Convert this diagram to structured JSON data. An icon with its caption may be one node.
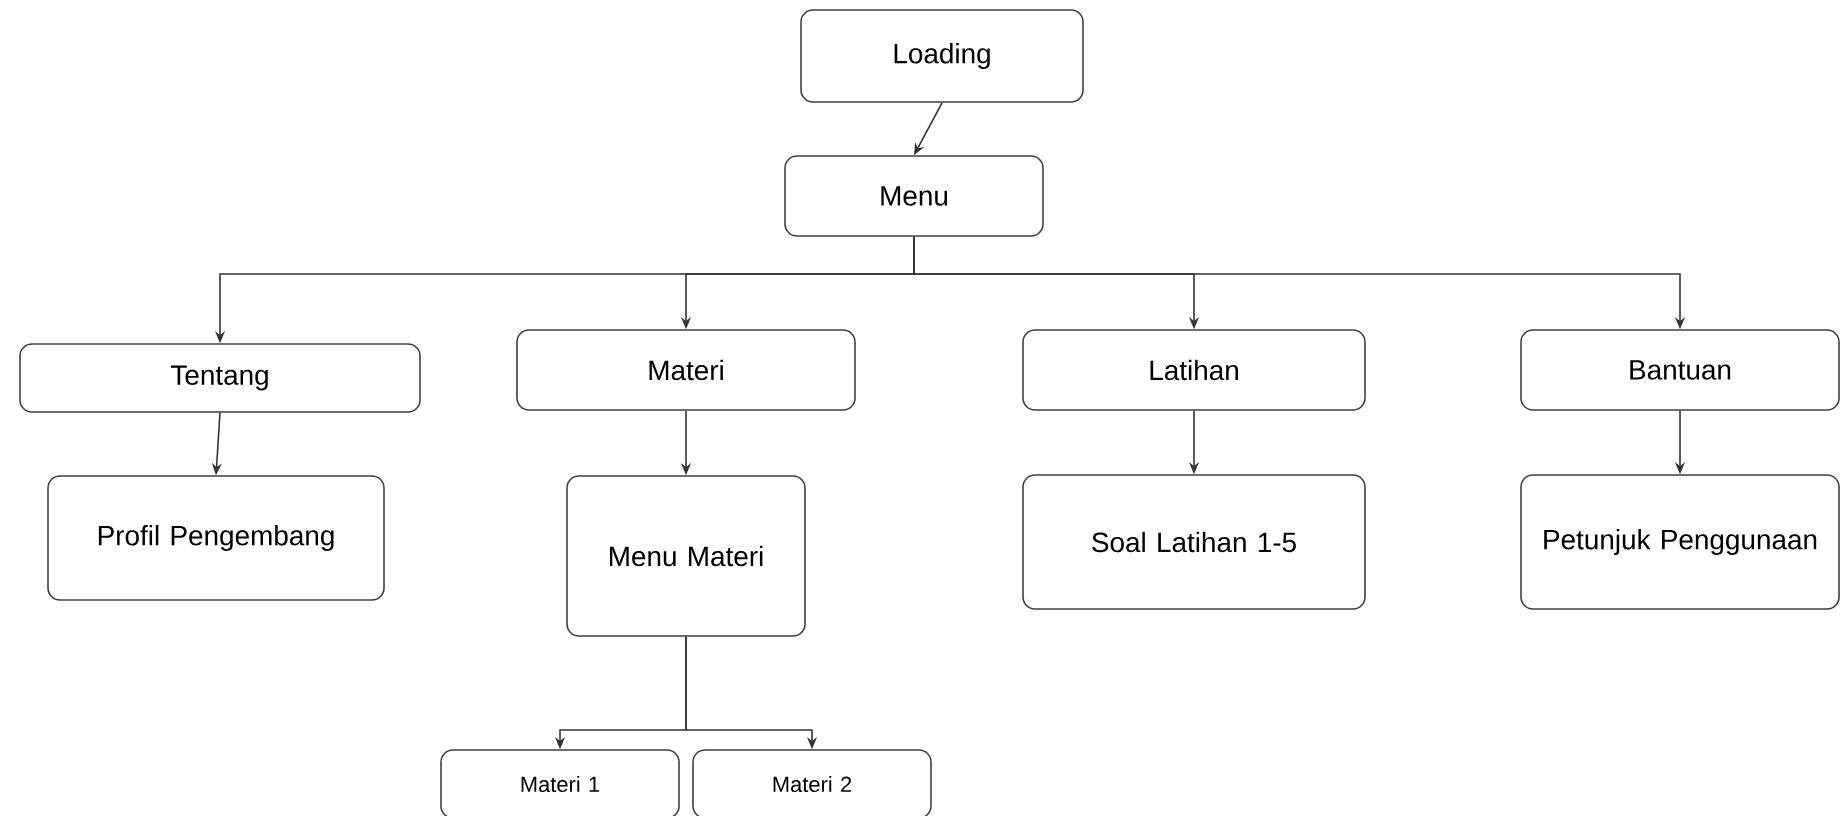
{
  "diagram": {
    "nodes": [
      {
        "text": [
          "Loading"
        ]
      },
      {
        "text": [
          "Menu"
        ]
      },
      {
        "text": [
          "Tentang"
        ]
      },
      {
        "text": [
          "Materi"
        ]
      },
      {
        "text": [
          "Latihan"
        ]
      },
      {
        "text": [
          "Bantuan"
        ]
      },
      {
        "text": [
          "Profil Pengembang"
        ]
      },
      {
        "text": [
          "Menu Materi"
        ]
      },
      {
        "text": [
          "Soal Latihan 1-5"
        ]
      },
      {
        "text": [
          "Petunjuk Penggunaan"
        ]
      },
      {
        "text": [
          "Materi 1"
        ]
      },
      {
        "text": [
          "Materi 2"
        ]
      }
    ],
    "edges": [
      {
        "from": 0,
        "to": 1,
        "arrow": "to"
      },
      {
        "from": 1,
        "to": 2,
        "arrow": "to"
      },
      {
        "from": 1,
        "to": 3,
        "arrow": "to"
      },
      {
        "from": 1,
        "to": 4,
        "arrow": "to"
      },
      {
        "from": 1,
        "to": 5,
        "arrow": "to"
      },
      {
        "from": 2,
        "to": 6,
        "arrow": "to"
      },
      {
        "from": 3,
        "to": 7,
        "arrow": "to"
      },
      {
        "from": 4,
        "to": 8,
        "arrow": "to"
      },
      {
        "from": 5,
        "to": 9,
        "arrow": "to"
      },
      {
        "from": 7,
        "to": 10,
        "arrow": "to"
      },
      {
        "from": 7,
        "to": 11,
        "arrow": "to"
      }
    ]
  }
}
